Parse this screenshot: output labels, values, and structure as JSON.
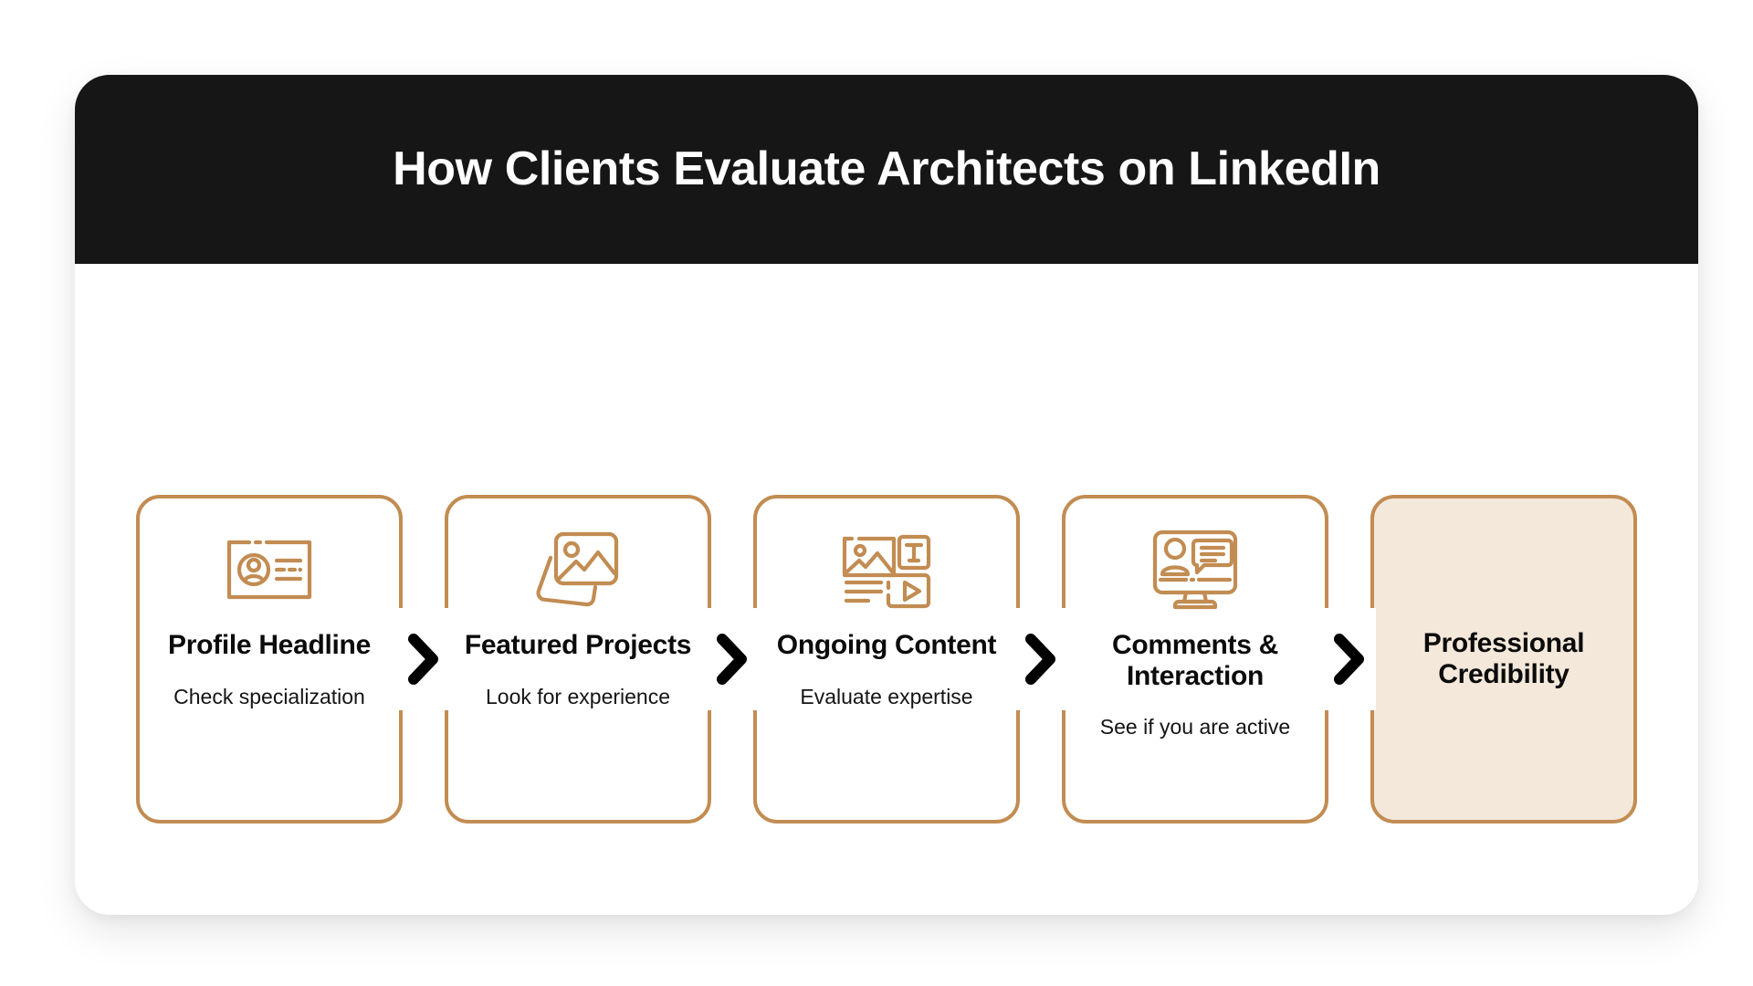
{
  "header": {
    "title": "How Clients Evaluate Architects on LinkedIn"
  },
  "colors": {
    "header_background": "#161616",
    "header_text": "#ffffff",
    "page_background": "#ffffff",
    "panel_background": "#ffffff",
    "card_border": "#C28C52",
    "card_background": "#ffffff",
    "highlight_card_background": "#F4E8DB",
    "icon_stroke": "#C28C52",
    "title_text": "#0b0b0b",
    "desc_text": "#141414",
    "chevron": "#000000"
  },
  "flow": {
    "separator_icon": "chevron-right-icon",
    "steps": [
      {
        "id": "profile-headline",
        "icon": "id-card-profile-icon",
        "title": "Profile Headline",
        "description": "Check specialization",
        "highlighted": false
      },
      {
        "id": "featured-projects",
        "icon": "photo-stack-icon",
        "title": "Featured Projects",
        "description": "Look for experience",
        "highlighted": false
      },
      {
        "id": "ongoing-content",
        "icon": "media-content-mix-icon",
        "title": "Ongoing Content",
        "description": "Evaluate expertise",
        "highlighted": false
      },
      {
        "id": "comments-interaction",
        "icon": "monitor-chat-person-icon",
        "title": "Comments & Interaction",
        "description": "See if you are active",
        "highlighted": false
      },
      {
        "id": "professional-credibility",
        "icon": null,
        "title": "Professional Credibility",
        "description": null,
        "highlighted": true
      }
    ]
  }
}
